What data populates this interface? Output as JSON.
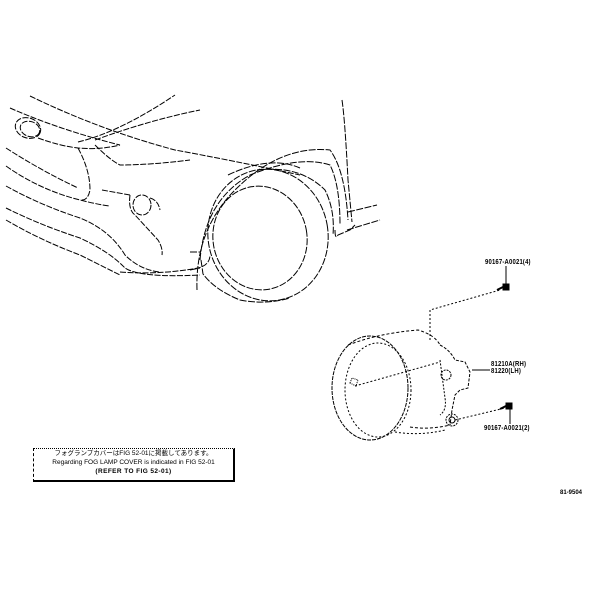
{
  "diagram": {
    "title": "Fog Lamp Assembly Parts Diagram",
    "type": "exploded parts illustration",
    "line_color": "#000000",
    "background": "#ffffff"
  },
  "callouts": [
    {
      "id": "screw-top",
      "label": "90167-A0021(4)"
    },
    {
      "id": "fog-lamp-rh",
      "label": "81210A(RH)"
    },
    {
      "id": "fog-lamp-lh",
      "label": "81220(LH)"
    },
    {
      "id": "screw-bottom",
      "label": "90167-A0021(2)"
    }
  ],
  "note": {
    "line1": "フォグランプカバーはFIG 52-01に掲載してあります。",
    "line2": "Regarding FOG LAMP COVER is indicated in FIG 52-01",
    "line3": "(REFER TO FIG 52-01)"
  },
  "figure_code": "81-9504"
}
